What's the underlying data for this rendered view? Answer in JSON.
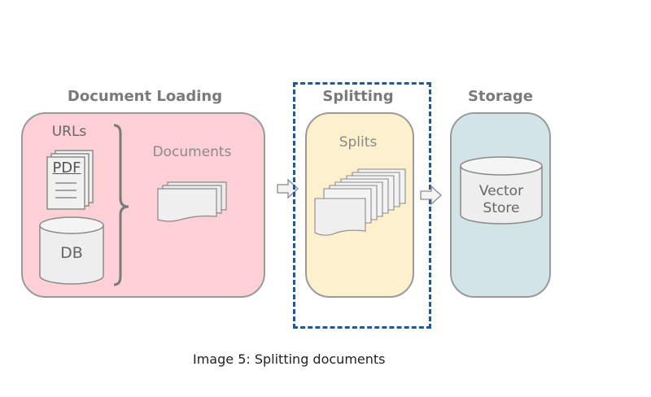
{
  "diagram": {
    "stages": [
      {
        "id": "document-loading",
        "heading": "Document Loading",
        "sources": [
          {
            "label": "URLs",
            "icon": "url-text"
          },
          {
            "label": "PDF",
            "icon": "pdf-document-icon"
          },
          {
            "label": "DB",
            "icon": "database-icon"
          }
        ],
        "output_label": "Documents",
        "fill_color": "#fcd0d4"
      },
      {
        "id": "splitting",
        "heading": "Splitting",
        "output_label": "Splits",
        "fill_color": "#fdf0cc",
        "highlighted": true,
        "highlight_color": "#1a5aa0"
      },
      {
        "id": "storage",
        "heading": "Storage",
        "store_label_line1": "Vector",
        "store_label_line2": "Store",
        "fill_color": "#d3e4e8"
      }
    ],
    "caption": "Image 5: Splitting documents"
  }
}
